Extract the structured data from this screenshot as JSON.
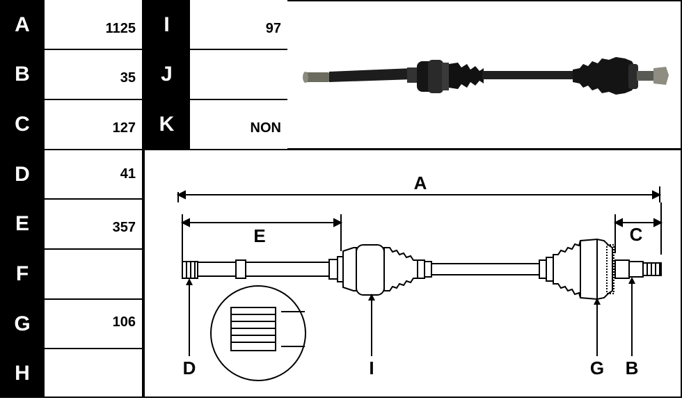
{
  "left_table": [
    {
      "key": "A",
      "value": "1125"
    },
    {
      "key": "B",
      "value": "35"
    },
    {
      "key": "C",
      "value": "127"
    },
    {
      "key": "D",
      "value": "41"
    },
    {
      "key": "E",
      "value": "357"
    },
    {
      "key": "F",
      "value": ""
    },
    {
      "key": "G",
      "value": "106"
    },
    {
      "key": "H",
      "value": ""
    }
  ],
  "right_table": [
    {
      "key": "I",
      "value": "97"
    },
    {
      "key": "J",
      "value": ""
    },
    {
      "key": "K",
      "value": "NON"
    }
  ],
  "diagram_labels": {
    "overall_length": "A",
    "thread_length": "C",
    "shaft_length": "E",
    "inner_spline": "D",
    "inner_joint": "I",
    "abs_ring": "G",
    "outer_spline": "B"
  },
  "colors": {
    "key_bg": "#000000",
    "key_text": "#ffffff",
    "line": "#000000",
    "photo_part": "#222222"
  }
}
